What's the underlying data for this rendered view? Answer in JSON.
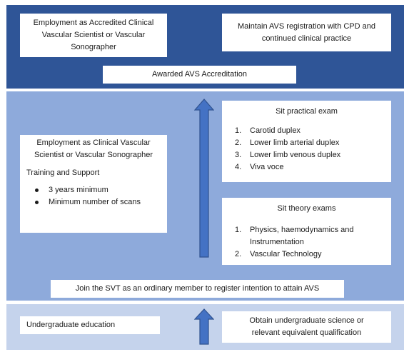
{
  "top": {
    "employment_accredited": [
      "Employment as Accredited Clinical",
      "Vascular Scientist or Vascular",
      "Sonographer"
    ],
    "maintain": [
      "Maintain AVS registration with CPD and",
      "continued clinical practice"
    ],
    "awarded": "Awarded AVS Accreditation"
  },
  "middle": {
    "employment": {
      "lines": [
        "Employment as Clinical Vascular",
        "Scientist or Vascular Sonographer"
      ],
      "training_heading": "Training and Support",
      "bullets": [
        "3 years minimum",
        "Minimum number of scans"
      ]
    },
    "practical": {
      "title": "Sit practical exam",
      "items": [
        {
          "num": "1.",
          "text": "Carotid duplex"
        },
        {
          "num": "2.",
          "text": "Lower limb arterial duplex"
        },
        {
          "num": "3.",
          "text": "Lower limb venous duplex"
        },
        {
          "num": "4.",
          "text": "Viva voce"
        }
      ]
    },
    "theory": {
      "title": "Sit theory exams",
      "items": [
        {
          "num": "1.",
          "text": "Physics, haemodynamics and",
          "cont": "Instrumentation"
        },
        {
          "num": "2.",
          "text": "Vascular Technology"
        }
      ]
    },
    "join": "Join the SVT as an ordinary member to register intention to attain AVS"
  },
  "bottom": {
    "undergrad": "Undergraduate education",
    "obtain": [
      "Obtain undergraduate science or",
      "relevant equivalent qualification"
    ]
  },
  "colors": {
    "top_band": "#2f5597",
    "middle_band": "#8eaadb",
    "bottom_band": "#c5d3ec",
    "arrow_fill": "#4472c4",
    "arrow_stroke": "#2f528f"
  }
}
